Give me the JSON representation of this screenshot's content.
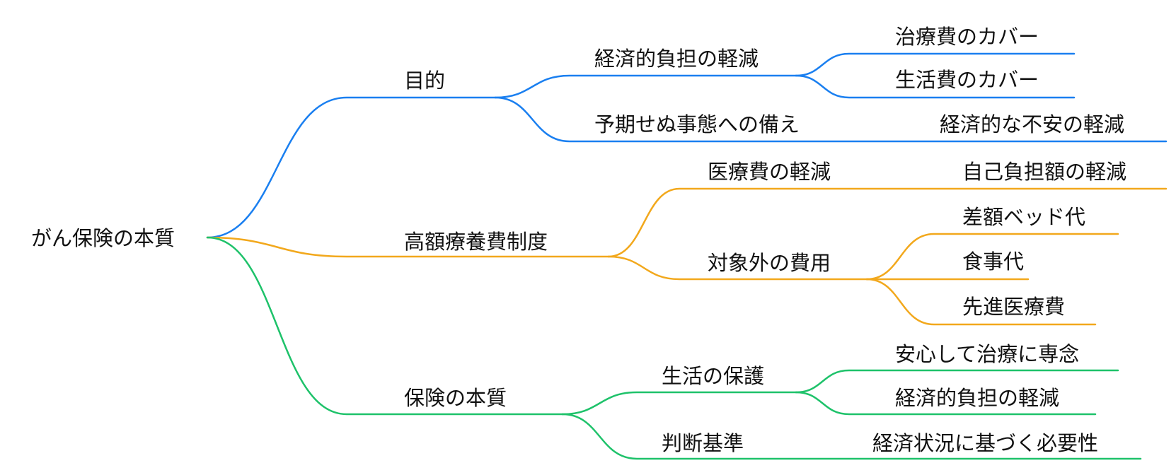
{
  "mindmap": {
    "root": "がん保険の本質",
    "colors": {
      "blue": "#1a7ff0",
      "orange": "#f2a81c",
      "green": "#1ec26a",
      "text": "#111111"
    },
    "branches": {
      "purpose": {
        "label": "目的",
        "children": {
          "economic_burden": {
            "label": "経済的負担の軽減",
            "children": [
              "治療費のカバー",
              "生活費のカバー"
            ]
          },
          "unexpected": {
            "label": "予期せぬ事態への備え",
            "children": [
              "経済的な不安の軽減"
            ]
          }
        }
      },
      "high_cost": {
        "label": "高額療養費制度",
        "children": {
          "medical_cost": {
            "label": "医療費の軽減",
            "children": [
              "自己負担額の軽減"
            ]
          },
          "excluded": {
            "label": "対象外の費用",
            "children": [
              "差額ベッド代",
              "食事代",
              "先進医療費"
            ]
          }
        }
      },
      "essence": {
        "label": "保険の本質",
        "children": {
          "life_protection": {
            "label": "生活の保護",
            "children": [
              "安心して治療に専念",
              "経済的負担の軽減"
            ]
          },
          "criteria": {
            "label": "判断基準",
            "children": [
              "経済状況に基づく必要性"
            ]
          }
        }
      }
    }
  }
}
